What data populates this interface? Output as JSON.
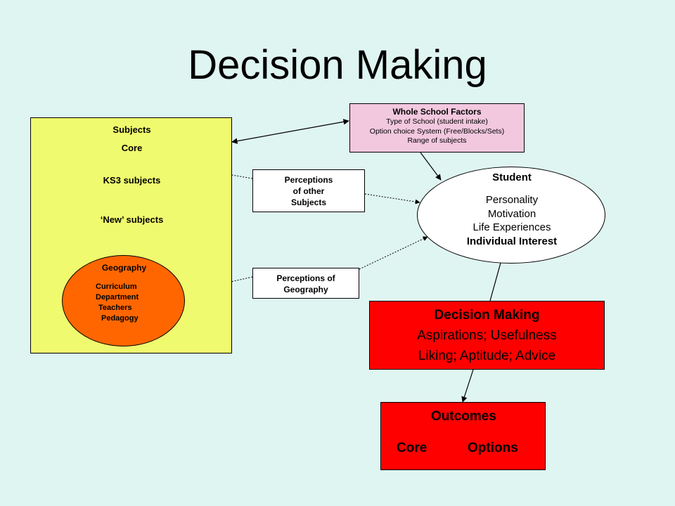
{
  "title": "Decision Making",
  "subjects_panel": {
    "heading": "Subjects",
    "core": "Core",
    "ks3": "KS3 subjects",
    "new_subjects": "‘New’ subjects",
    "geography": {
      "title": "Geography",
      "items": [
        "Curriculum",
        "Department",
        "Teachers",
        "Pedagogy"
      ]
    }
  },
  "whole_school": {
    "title": "Whole School Factors",
    "items": [
      "Type of School (student intake)",
      "Option choice System (Free/Blocks/Sets)",
      "Range of subjects"
    ]
  },
  "perceptions_other": [
    "Perceptions",
    "of other",
    "Subjects"
  ],
  "perceptions_geography": [
    "Perceptions of",
    "Geography"
  ],
  "student": {
    "title": "Student",
    "items": [
      "Personality",
      "Motivation",
      "Life Experiences"
    ],
    "highlight": "Individual Interest"
  },
  "decision": {
    "title": "Decision Making",
    "lines": [
      "Aspirations; Usefulness",
      "Liking; Aptitude; Advice"
    ]
  },
  "outcomes": {
    "title": "Outcomes",
    "core": "Core",
    "options": "Options"
  },
  "colors": {
    "background": "#dff5f1",
    "subjects_panel": "#f0fa6e",
    "geography_oval": "#ff6600",
    "whole_school_box": "#f2c8df",
    "decision_box": "#ff0000",
    "outcomes_box": "#ff0000"
  }
}
